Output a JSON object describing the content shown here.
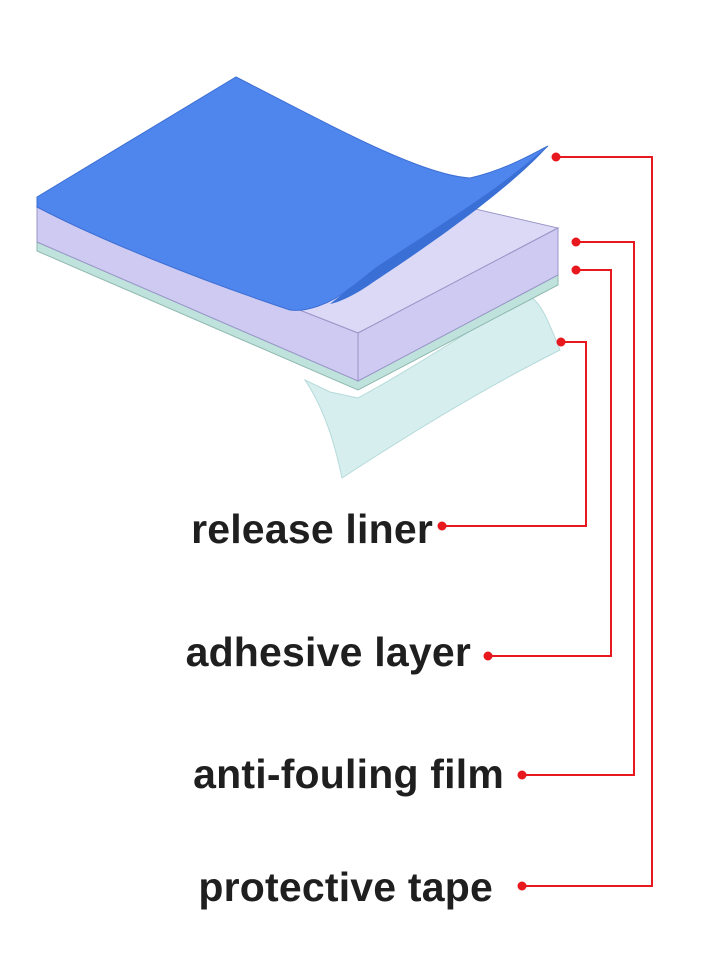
{
  "labels": {
    "release_liner": "release liner",
    "adhesive_layer": "adhesive layer",
    "anti_fouling_film": "anti-fouling film",
    "protective_tape": "protective tape"
  },
  "colors": {
    "protective_tape": "#4f86ee",
    "protective_tape_underside": "#3a6fd6",
    "anti_fouling_film_top": "#dcd9f6",
    "anti_fouling_film_side": "#cfcaf1",
    "adhesive_layer": "#bfe3dc",
    "release_liner": "#d6eeee",
    "leader_line": "#e8191e"
  }
}
